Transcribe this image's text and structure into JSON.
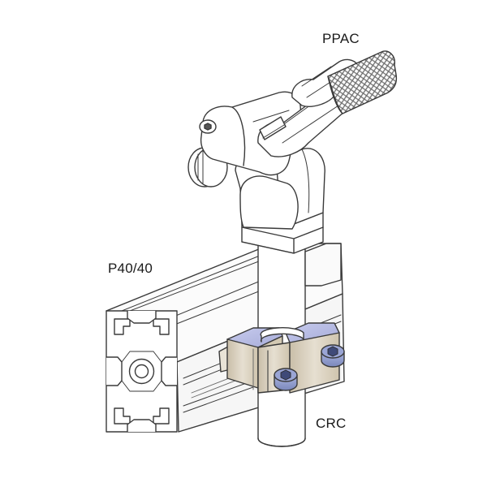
{
  "labels": {
    "ppac": "PPAC",
    "profile": "P40/40",
    "crc": "CRC"
  },
  "colors": {
    "line": "#3a3a3a",
    "part_fill": "#ffffff",
    "part_shade": "#f2f2f2",
    "clamp_gold": "#d8cfbe",
    "clamp_gold_dark": "#b9ad95",
    "clamp_blue": "#b9bde6",
    "screw_blue": "#8f9ccc",
    "mesh": "#8a8a8a"
  },
  "icons": [
    "hex-socket-screw-icon",
    "knurled-grip-icon"
  ]
}
